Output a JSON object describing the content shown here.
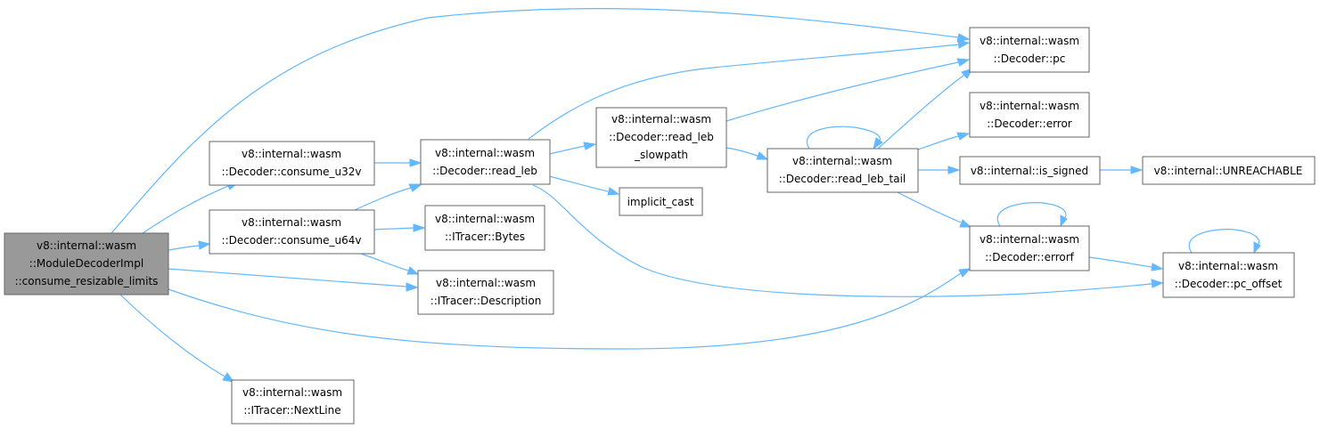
{
  "colors": {
    "edge": "#63b8ff",
    "node_border": "#666666",
    "root_fill": "#999999",
    "node_fill": "#ffffff"
  },
  "nodes": {
    "root": [
      "v8::internal::wasm",
      "::ModuleDecoderImpl",
      "::consume_resizable_limits"
    ],
    "consume_u32v": [
      "v8::internal::wasm",
      "::Decoder::consume_u32v"
    ],
    "consume_u64v": [
      "v8::internal::wasm",
      "::Decoder::consume_u64v"
    ],
    "nextline": [
      "v8::internal::wasm",
      "::ITracer::NextLine"
    ],
    "read_leb": [
      "v8::internal::wasm",
      "::Decoder::read_leb"
    ],
    "bytes": [
      "v8::internal::wasm",
      "::ITracer::Bytes"
    ],
    "description": [
      "v8::internal::wasm",
      "::ITracer::Description"
    ],
    "slowpath": [
      "v8::internal::wasm",
      "::Decoder::read_leb",
      "_slowpath"
    ],
    "implicit_cast": [
      "implicit_cast"
    ],
    "leb_tail": [
      "v8::internal::wasm",
      "::Decoder::read_leb_tail"
    ],
    "pc": [
      "v8::internal::wasm",
      "::Decoder::pc"
    ],
    "error": [
      "v8::internal::wasm",
      "::Decoder::error"
    ],
    "is_signed": [
      "v8::internal::is_signed"
    ],
    "errorf": [
      "v8::internal::wasm",
      "::Decoder::errorf"
    ],
    "unreachable": [
      "v8::internal::UNREACHABLE"
    ],
    "pc_offset": [
      "v8::internal::wasm",
      "::Decoder::pc_offset"
    ]
  }
}
